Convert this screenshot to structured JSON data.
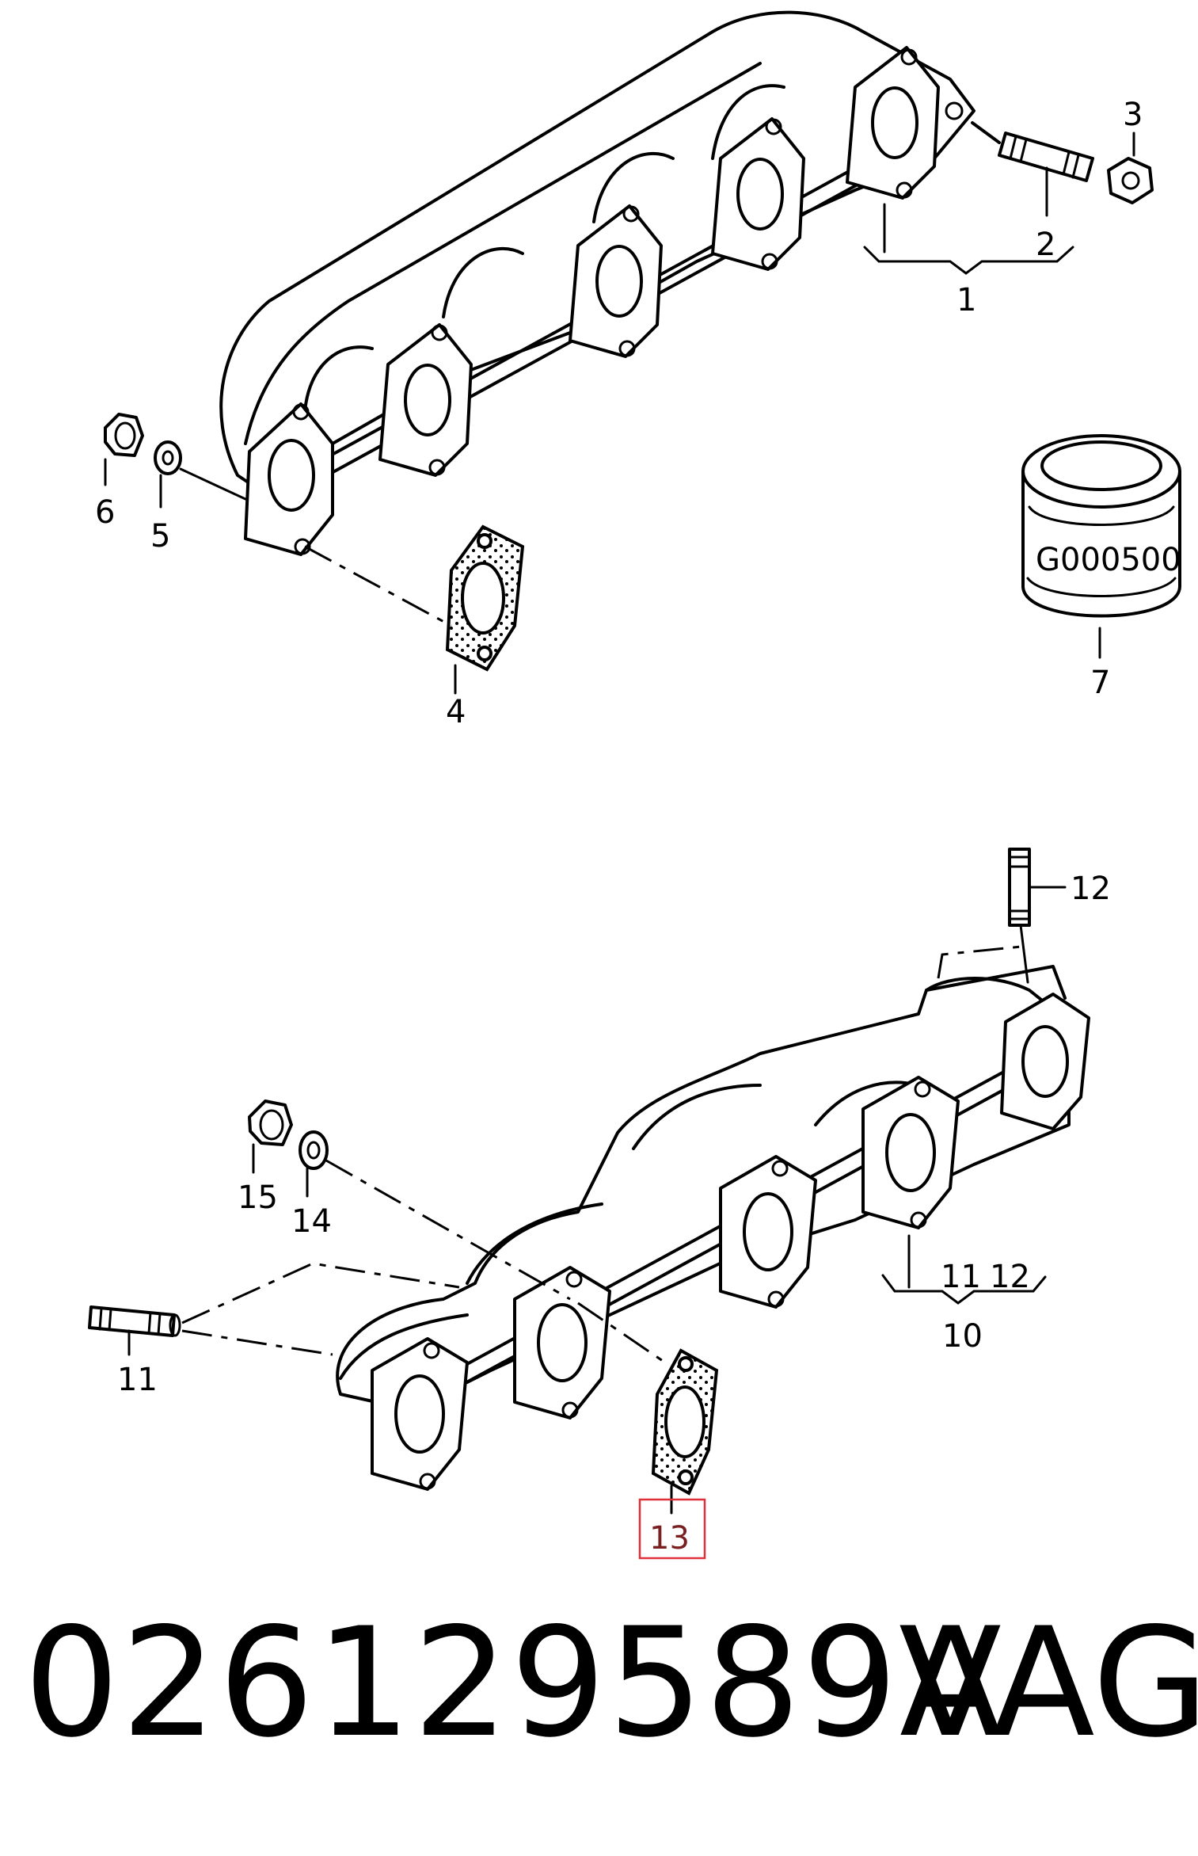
{
  "callouts": {
    "c1": "1",
    "c2": "2",
    "c3": "3",
    "c4": "4",
    "c5": "5",
    "c6": "6",
    "c7": "7",
    "c10": "10",
    "c11a": "11",
    "c11b": "11",
    "c12a": "12",
    "c12b": "12",
    "c13": "13",
    "c14": "14",
    "c15": "15"
  },
  "kit_label": "G000500",
  "part_number": "026129589A",
  "brand": "VAG",
  "highlight_color": "#e0303a"
}
